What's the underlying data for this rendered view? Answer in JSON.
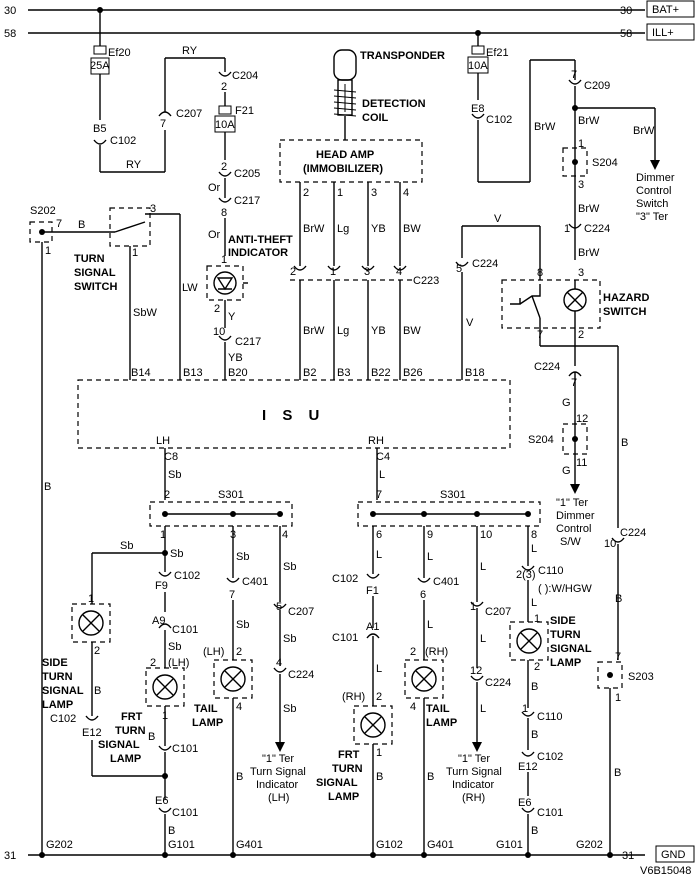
{
  "rails": {
    "bat": {
      "num_left": "30",
      "num_right": "30",
      "label": "BAT+"
    },
    "ill": {
      "num_left": "58",
      "num_right": "58",
      "label": "ILL+"
    },
    "gnd": {
      "num_left": "31",
      "num_right": "31",
      "label": "GND"
    }
  },
  "diagram_code": "V6B15048",
  "fuses": {
    "ef20": {
      "name": "Ef20",
      "rating": "25A"
    },
    "ef21": {
      "name": "Ef21",
      "rating": "10A"
    },
    "f21": {
      "name": "F21",
      "rating": "10A"
    }
  },
  "components": {
    "transponder": "TRANSPONDER",
    "detection_coil": [
      "DETECTION",
      "COIL"
    ],
    "head_amp": [
      "HEAD AMP",
      "(IMMOBILIZER)"
    ],
    "isu": "I S U",
    "anti_theft": [
      "ANTI-THEFT",
      "INDICATOR"
    ],
    "turn_signal_switch": [
      "TURN",
      "SIGNAL",
      "SWITCH"
    ],
    "hazard_switch": [
      "HAZARD",
      "SWITCH"
    ],
    "dimmer_switch_3": [
      "Dimmer",
      "Control",
      "Switch",
      "\"3\" Ter"
    ],
    "dimmer_switch_1": [
      "\"1\" Ter",
      "Dimmer",
      "Control",
      "S/W"
    ],
    "side_lamp_lh": [
      "SIDE",
      "TURN",
      "SIGNAL",
      "LAMP"
    ],
    "side_lamp_rh": [
      "SIDE",
      "TURN",
      "SIGNAL",
      "LAMP"
    ],
    "frt_lamp_lh": [
      "FRT",
      "TURN",
      "SIGNAL",
      "LAMP"
    ],
    "frt_lamp_rh": [
      "FRT",
      "TURN",
      "SIGNAL",
      "LAMP"
    ],
    "tail_lh": [
      "TAIL",
      "LAMP"
    ],
    "tail_rh": [
      "TAIL",
      "LAMP"
    ],
    "indicator_lh": [
      "\"1\" Ter",
      "Turn Signal",
      "Indicator",
      "(LH)"
    ],
    "indicator_rh": [
      "\"1\" Ter",
      "Turn Signal",
      "Indicator",
      "(RH)"
    ],
    "wagon_note": "(  ):W/HGW"
  },
  "splices": {
    "s202": "S202",
    "s204a": "S204",
    "s204b": "S204",
    "s203": "S203",
    "s301l": "S301",
    "s301r": "S301"
  },
  "grounds": [
    "G202",
    "G101",
    "G401",
    "G102",
    "G401",
    "G101",
    "G202"
  ],
  "isu_pins": {
    "b14": "B14",
    "b13": "B13",
    "b20": "B20",
    "b2": "B2",
    "b3": "B3",
    "b22": "B22",
    "b26": "B26",
    "b18": "B18",
    "lh": "LH",
    "rh": "RH",
    "c8": "C8",
    "c4": "C4"
  },
  "connectors": {
    "c204": "C204",
    "c207a": "C207",
    "c102a": "C102",
    "c205": "C205",
    "c217a": "C217",
    "c217b": "C217",
    "c223": "C223",
    "c209": "C209",
    "c102b": "C102",
    "c224a": "C224",
    "c224b": "C224",
    "c224c": "C224",
    "c224d": "C224",
    "c102c": "C102",
    "c101a": "C101",
    "c401a": "C401",
    "c207b": "C207",
    "c224e": "C224",
    "c101b": "C101",
    "c102d": "C102",
    "c101c": "C101",
    "c102e": "C102",
    "c101d": "C101",
    "c401b": "C401",
    "c207c": "C207",
    "c224f": "C224",
    "c110a": "C110",
    "c110b": "C110",
    "c102f": "C102",
    "c101e": "C101"
  },
  "wires": {
    "ry": "RY",
    "or": "Or",
    "y": "Y",
    "yb": "YB",
    "lw": "LW",
    "b": "B",
    "sbw": "SbW",
    "brw": "BrW",
    "lg": "Lg",
    "ybw": "YB",
    "bw": "BW",
    "v": "V",
    "g": "G",
    "sb": "Sb",
    "l": "L"
  },
  "pins": {
    "p2": "2",
    "p7": "7",
    "p3": "3",
    "p1": "1",
    "p8": "8",
    "p10": "10",
    "p4": "4",
    "p5": "5",
    "p6": "6",
    "p9": "9",
    "p11": "11",
    "p12": "12",
    "p23": "2(3)"
  },
  "codes": {
    "b5": "B5",
    "f9": "F9",
    "a9": "A9",
    "e12": "E12",
    "e6": "E6",
    "e8": "E8",
    "f1": "F1",
    "a1": "A1",
    "lh": "(LH)",
    "rh": "(RH)"
  }
}
